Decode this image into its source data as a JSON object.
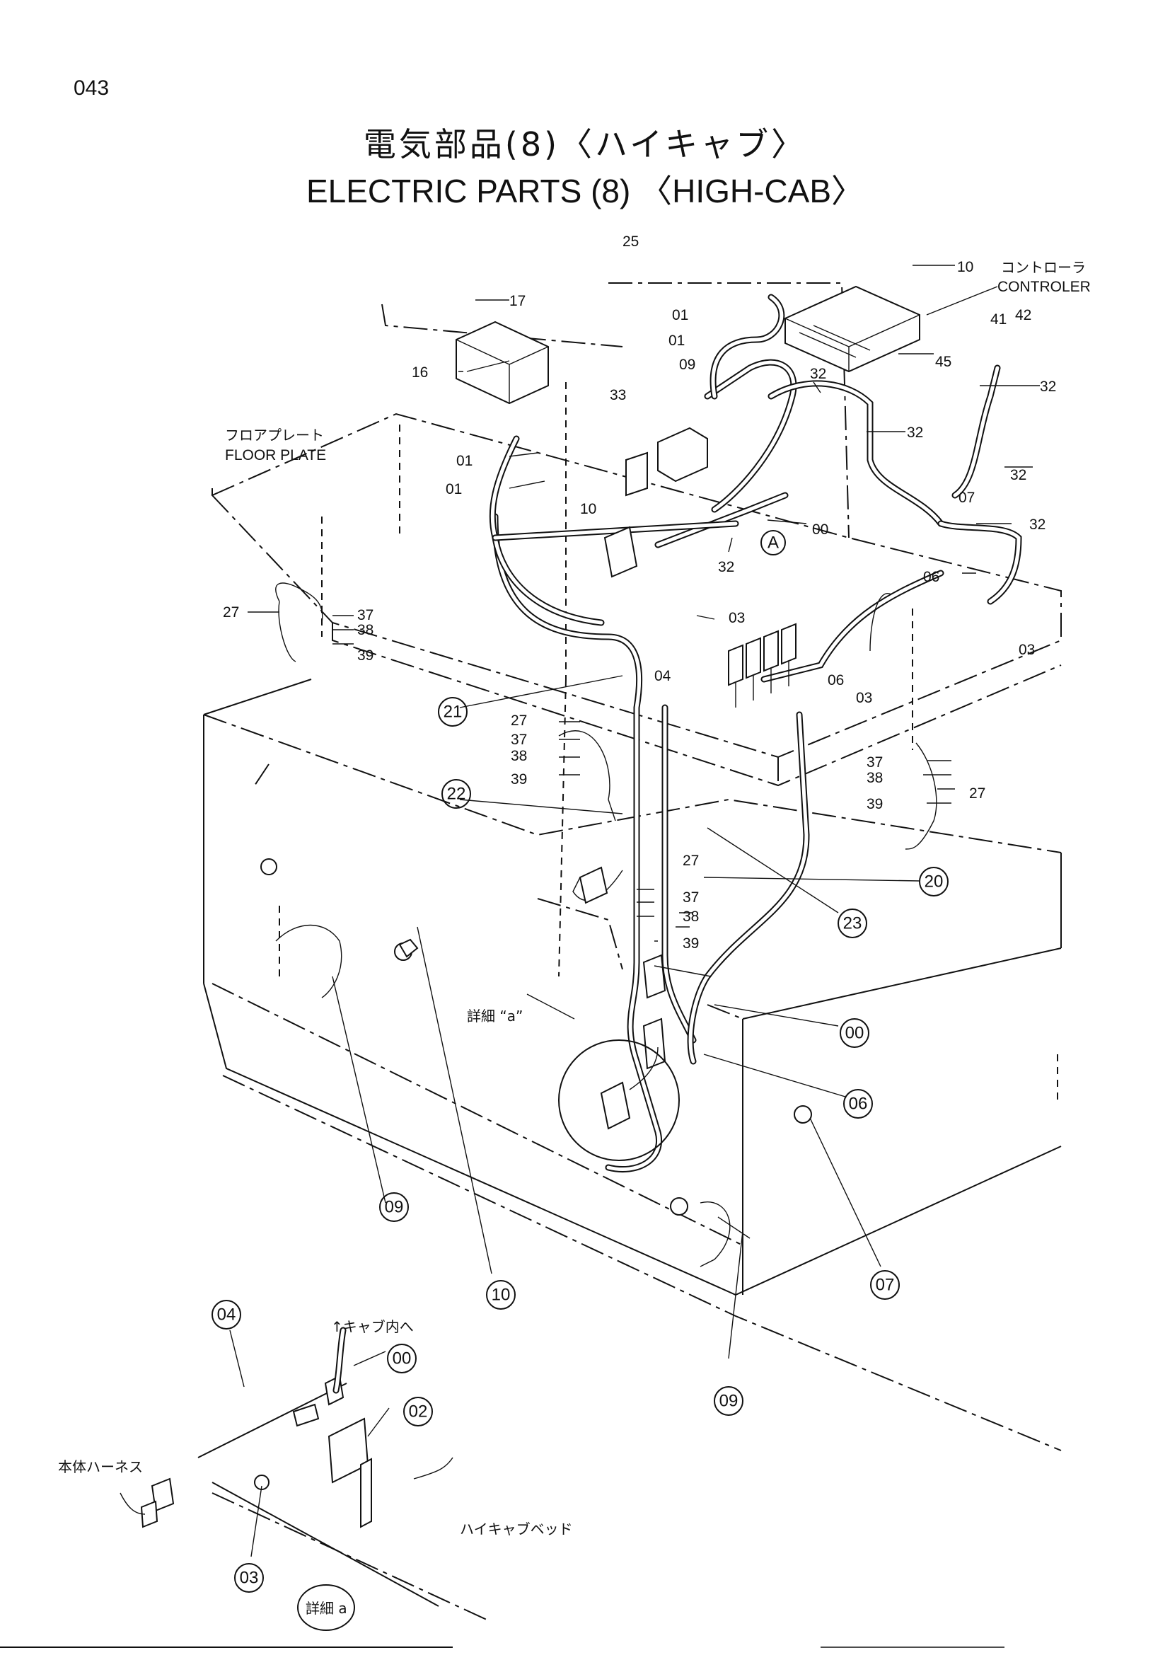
{
  "page": {
    "number": "043"
  },
  "title": {
    "japanese": "電気部品(8)〈ハイキャブ〉",
    "english": "ELECTRIC PARTS (8) 〈HIGH-CAB〉"
  },
  "annotations": {
    "controller_jp": "コントローラ",
    "controller_en": "CONTROLER",
    "floor_plate_jp": "フロアプレート",
    "floor_plate_en": "FLOOR PLATE",
    "detail_a_label": "詳細 “a”",
    "to_cab": "↑キャブ内へ",
    "body_harness": "本体ハーネス",
    "high_cab_bed": "ハイキャブベッド",
    "detail_a": "詳細 a",
    "ref_A": "A"
  },
  "part_labels": {
    "p25": "25",
    "p10a": "10",
    "p17": "17",
    "p01a": "01",
    "p01b": "01",
    "p16": "16",
    "p09": "09",
    "p33": "33",
    "p32a": "32",
    "p41": "41",
    "p42": "42",
    "p45": "45",
    "p32b": "32",
    "p32c": "32",
    "p01c": "01",
    "p01d": "01",
    "p32d": "32",
    "p07": "07",
    "p32e": "32",
    "p10b": "10",
    "p00": "00",
    "p32f": "32",
    "p06": "06",
    "p27a": "27",
    "p37a": "37",
    "p38a": "38",
    "p39a": "39",
    "p03a": "03",
    "p03b": "03",
    "p04": "04",
    "p06b": "06",
    "p03c": "03",
    "p27b": "27",
    "p37b": "37",
    "p38b": "38",
    "p39b": "39",
    "p37c": "37",
    "p38c": "38",
    "p39c": "39",
    "p27c": "27",
    "p27d": "27",
    "p37d": "37",
    "p38d": "38",
    "p39d": "39"
  },
  "callouts": {
    "c21": "21",
    "c22": "22",
    "c20": "20",
    "c23": "23",
    "c00a": "00",
    "c06": "06",
    "c09a": "09",
    "c10": "10",
    "c07": "07",
    "c09b": "09",
    "c04": "04",
    "c00b": "00",
    "c02": "02",
    "c03": "03"
  }
}
